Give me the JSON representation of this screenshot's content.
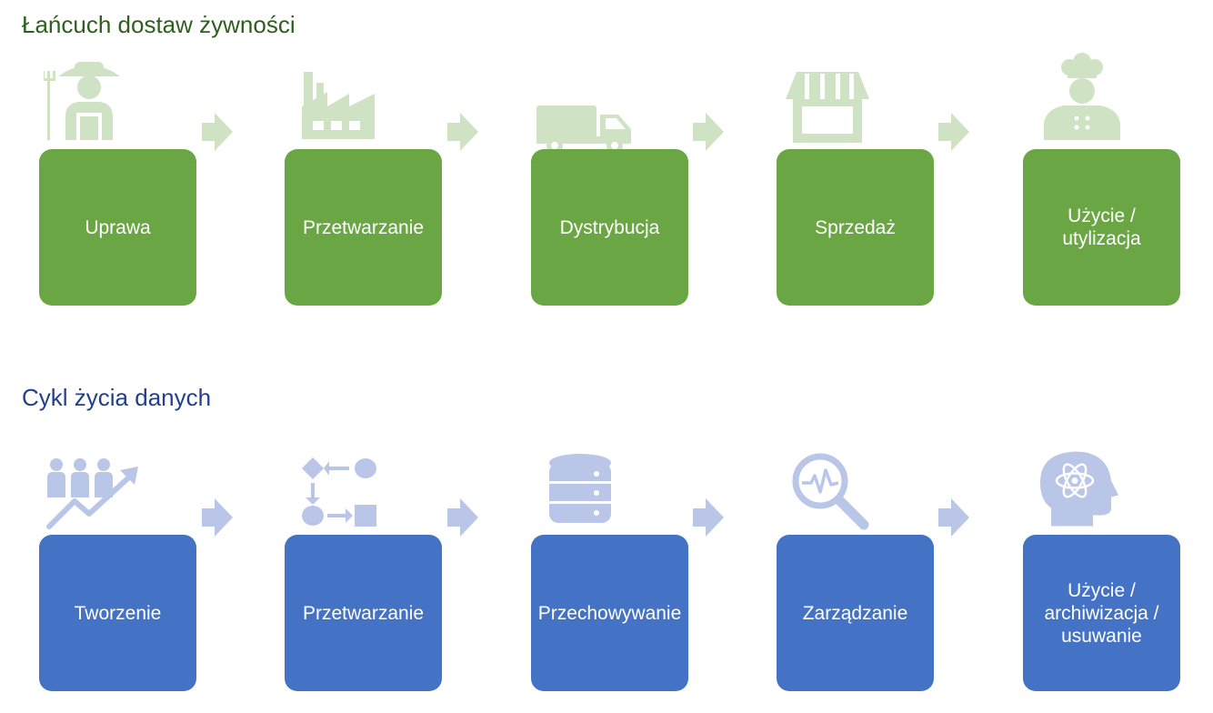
{
  "food_chain": {
    "title": "Łańcuch dostaw żywności",
    "steps": [
      {
        "label": "Uprawa",
        "icon": "farmer-icon"
      },
      {
        "label": "Przetwarzanie",
        "icon": "factory-icon"
      },
      {
        "label": "Dystrybucja",
        "icon": "truck-icon"
      },
      {
        "label": "Sprzedaż",
        "icon": "store-icon"
      },
      {
        "label": "Użycie /\nutylizacja",
        "icon": "chef-icon"
      }
    ]
  },
  "data_lifecycle": {
    "title": "Cykl życia danych",
    "steps": [
      {
        "label": "Tworzenie",
        "icon": "people-growth-icon"
      },
      {
        "label": "Przetwarzanie",
        "icon": "process-flow-icon"
      },
      {
        "label": "Przechowywanie",
        "icon": "database-icon"
      },
      {
        "label": "Zarządzanie",
        "icon": "magnifier-analysis-icon"
      },
      {
        "label": "Użycie /\narchiwizacja /\nusuwanie",
        "icon": "head-atom-icon"
      }
    ]
  },
  "colors": {
    "green_box": "#6aa744",
    "green_icon": "#cfe3c4",
    "green_title": "#2f5f1e",
    "blue_box": "#4472c4",
    "blue_icon": "#b9c6e8",
    "blue_title": "#23408e"
  }
}
